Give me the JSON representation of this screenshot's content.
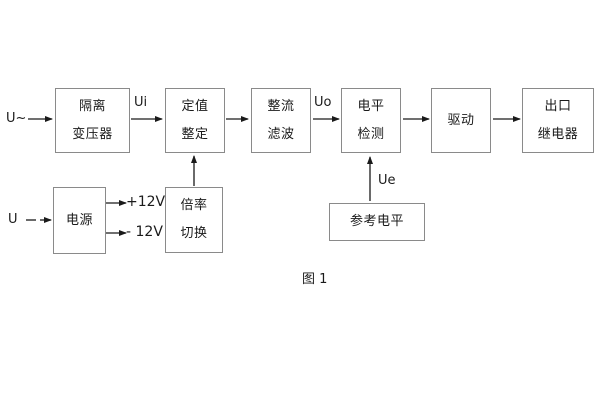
{
  "figure": {
    "caption": "图 1",
    "stroke_color": "#1a1a1a",
    "box_border_color": "#8a8a8a",
    "background": "#ffffff"
  },
  "inputs": {
    "ac_source": "U~",
    "dc_source": "U"
  },
  "signals": {
    "ui": "Ui",
    "uo": "Uo",
    "ue": "Ue",
    "pos12": "+12V",
    "neg12": "- 12V"
  },
  "blocks": [
    {
      "id": "isolation-transformer",
      "line1": "隔离",
      "line2": "变压器"
    },
    {
      "id": "setpoint-setting",
      "line1": "定值",
      "line2": "整定"
    },
    {
      "id": "rectify-filter",
      "line1": "整流",
      "line2": "滤波"
    },
    {
      "id": "level-detection",
      "line1": "电平",
      "line2": "检测"
    },
    {
      "id": "drive",
      "line1": "驱动",
      "line2": ""
    },
    {
      "id": "output-relay",
      "line1": "出口",
      "line2": "继电器"
    },
    {
      "id": "power-supply",
      "line1": "电源",
      "line2": ""
    },
    {
      "id": "multiplier-switch",
      "line1": "倍率",
      "line2": "切换"
    },
    {
      "id": "reference-level",
      "line1": "参考电平",
      "line2": ""
    }
  ]
}
